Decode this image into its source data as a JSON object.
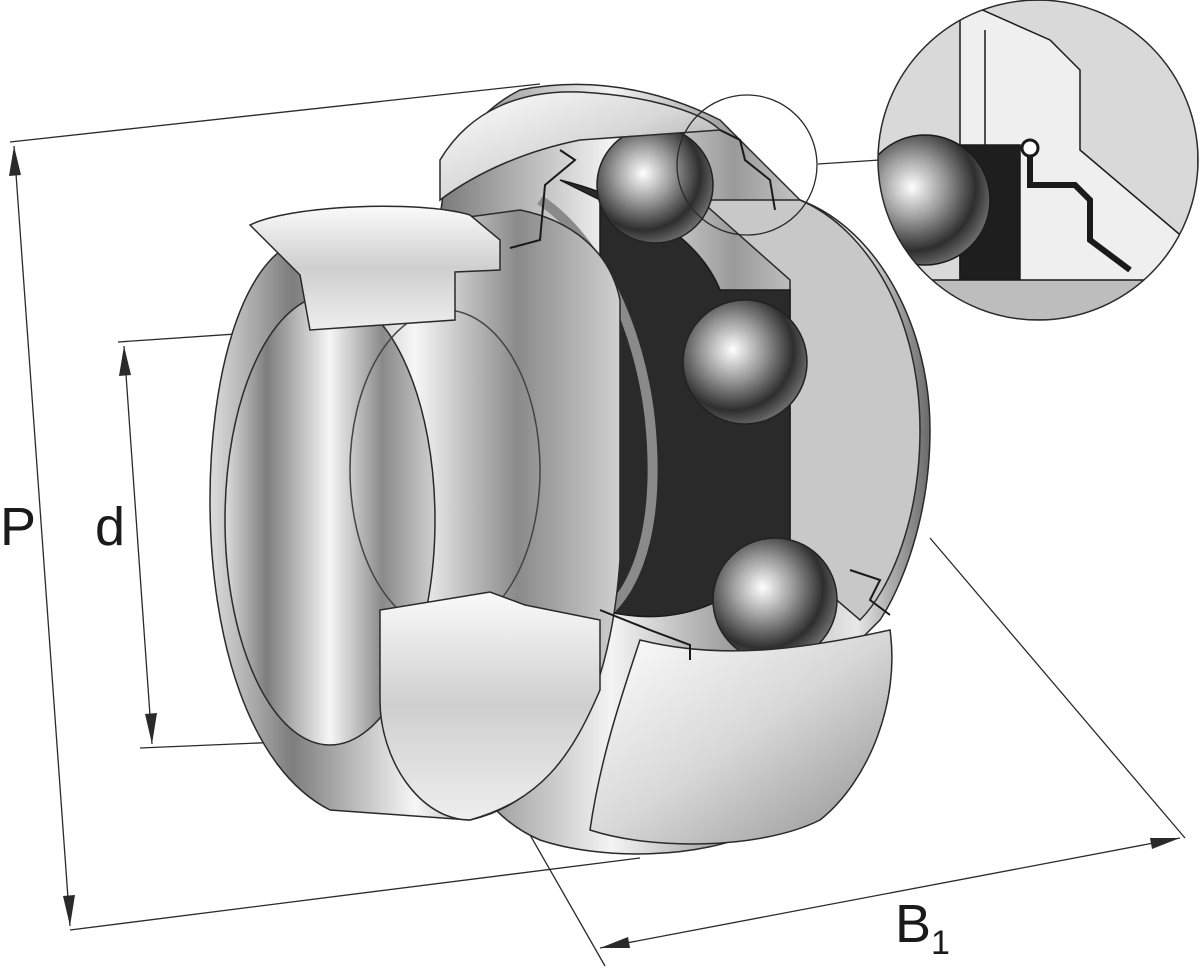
{
  "dimensions": {
    "p": "P",
    "d": "d",
    "b1_main": "B",
    "b1_sub": "1"
  },
  "colors": {
    "line": "#2a2a2a",
    "steel_light": "#f2f2f2",
    "steel_mid": "#b9b9b9",
    "steel_dark": "#5d5d5d",
    "cage": "#232323"
  }
}
